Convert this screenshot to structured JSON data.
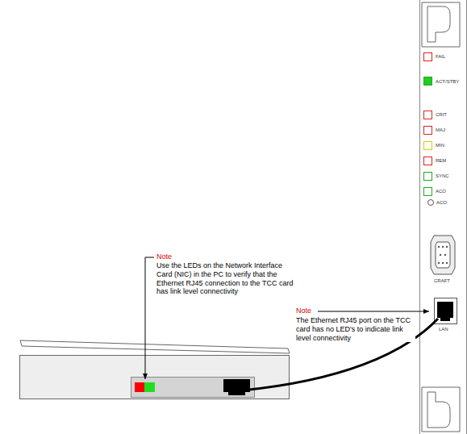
{
  "diagram": {
    "labels": [
      "FAIL",
      "ACT/STBY",
      "CRIT",
      "MAJ",
      "MIN",
      "REM",
      "SYNC",
      "ACO",
      "ACO",
      "CRAFT",
      "LAN",
      "Note",
      "Use the LEDs on the Network Interface Card (NIC) in the PC to verify that the Ethernet RJ45 connection to the TCC card has link level connectivity",
      "Note",
      "The Ethernet RJ45 port on the TCC card has no LED's to indicate link level connectivity"
    ]
  }
}
